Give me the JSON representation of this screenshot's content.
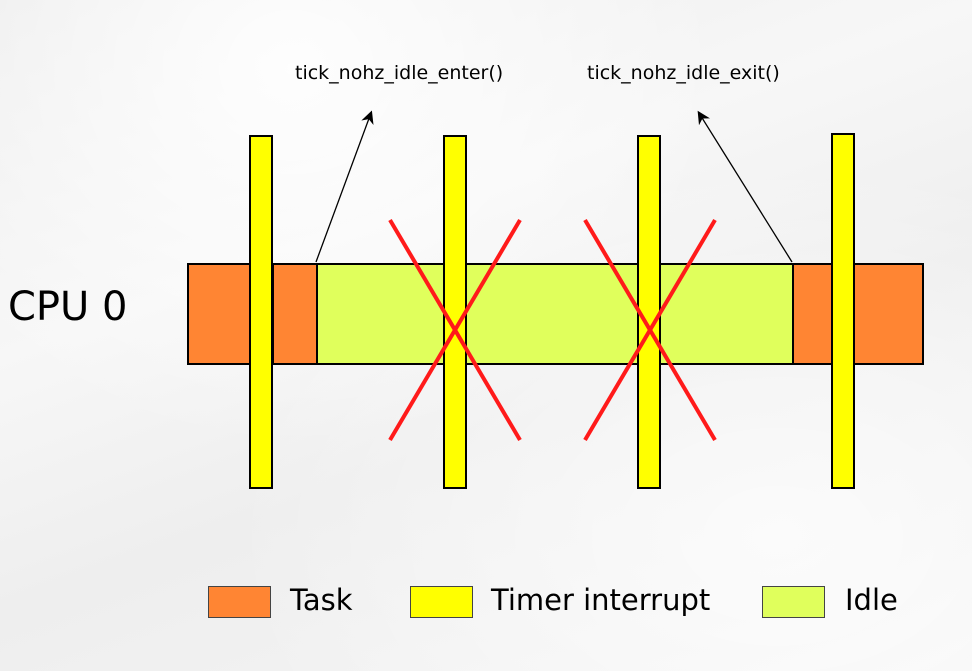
{
  "cpu_label": "CPU 0",
  "callouts": {
    "enter": "tick_nohz_idle_enter()",
    "exit": "tick_nohz_idle_exit()"
  },
  "legend": [
    {
      "key": "task",
      "label": "Task",
      "color": "#ff8533"
    },
    {
      "key": "timer",
      "label": "Timer interrupt",
      "color": "#ffff00"
    },
    {
      "key": "idle",
      "label": "Idle",
      "color": "#e0ff5c"
    }
  ],
  "colors": {
    "task": "#ff8533",
    "timer": "#ffff00",
    "idle": "#e0ff5c",
    "cross": "#ff1a1a",
    "outline": "#000000"
  },
  "timeline_segments": [
    "task",
    "task",
    "idle",
    "task"
  ],
  "timer_interrupts": [
    {
      "suppressed": false
    },
    {
      "suppressed": true
    },
    {
      "suppressed": true
    },
    {
      "suppressed": false
    }
  ]
}
